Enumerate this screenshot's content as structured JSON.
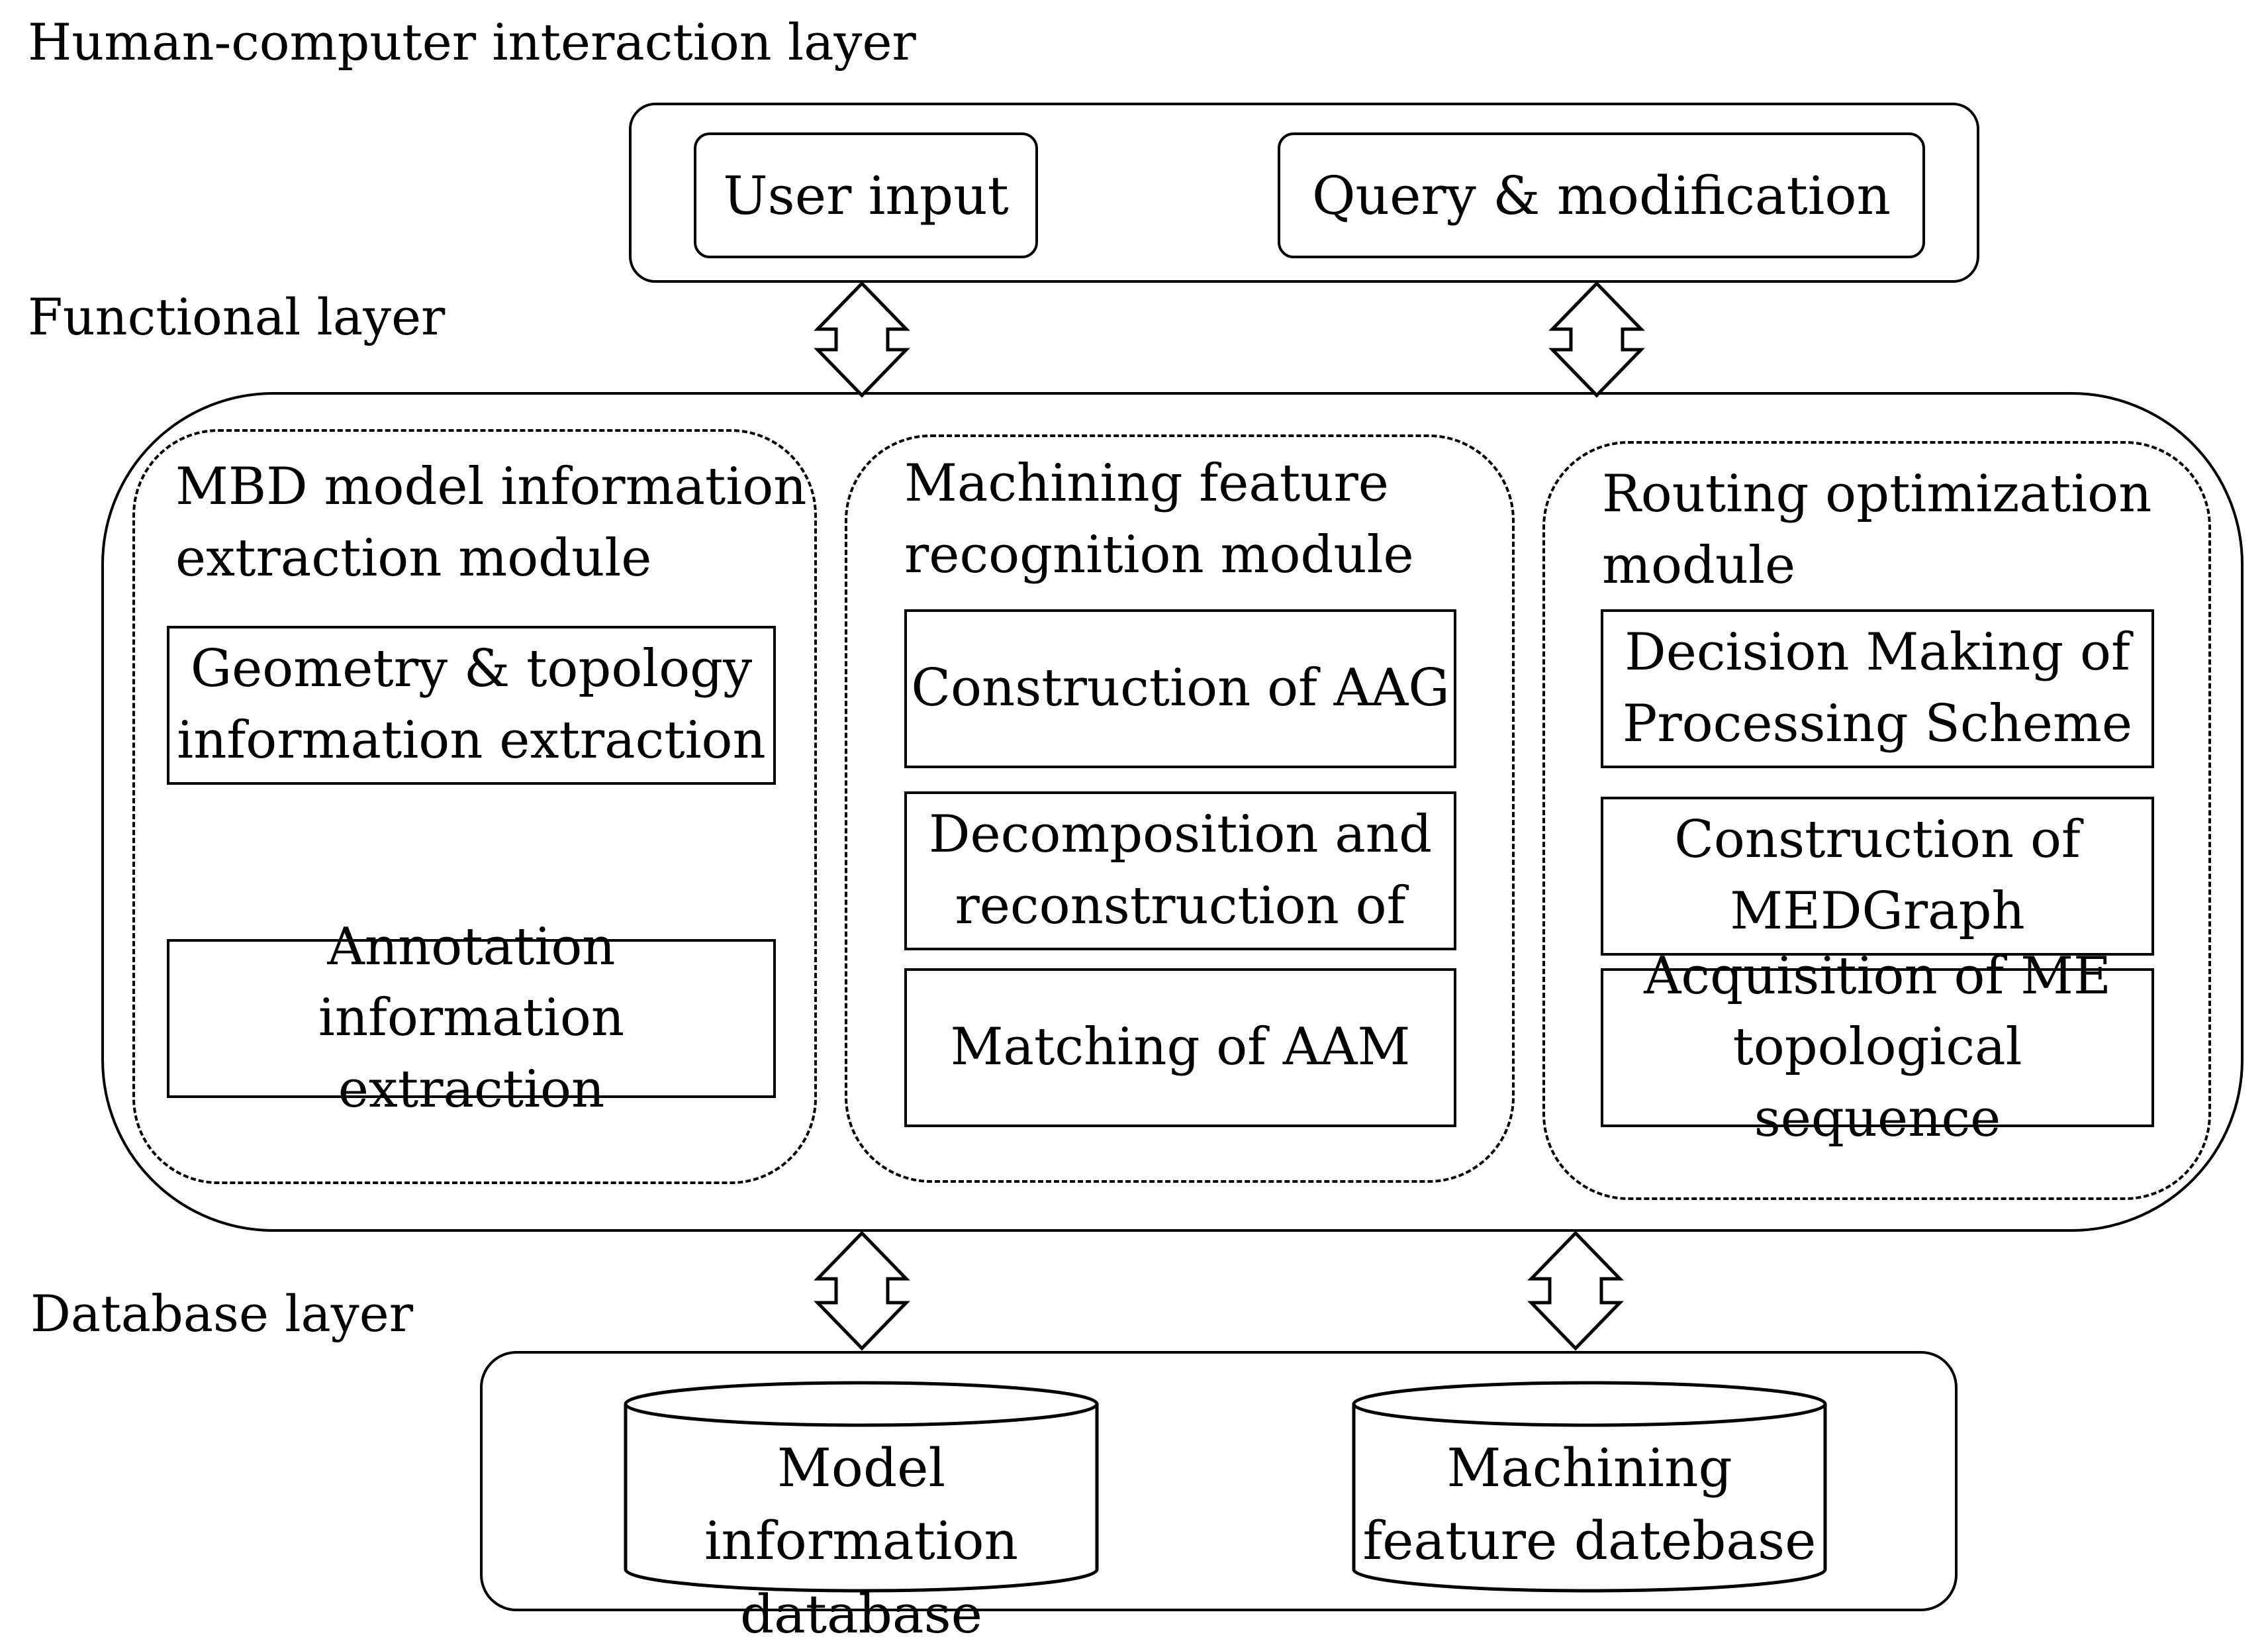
{
  "layers": {
    "hci": "Human-computer interaction layer",
    "functional": "Functional layer",
    "database": "Database layer"
  },
  "hci_boxes": {
    "user_input": "User input",
    "query_modification": "Query & modification"
  },
  "modules": {
    "mbd": {
      "title_line1": "MBD model information",
      "title_line2": "extraction module",
      "items": [
        {
          "line1": "Geometry & topology",
          "line2": "information extraction"
        },
        {
          "line1": "Annotation information",
          "line2": "extraction"
        }
      ]
    },
    "mfr": {
      "title_line1": "Machining feature",
      "title_line2": "recognition module",
      "items": [
        {
          "line1": "Construction of AAG"
        },
        {
          "line1": "Decomposition and",
          "line2": "reconstruction of"
        },
        {
          "line1": "Matching of AAM"
        }
      ]
    },
    "routing": {
      "title_line1": "Routing optimization",
      "title_line2": "module",
      "items": [
        {
          "line1": "Decision Making of",
          "line2": "Processing Scheme"
        },
        {
          "line1": "Construction of",
          "line2": "MEDGraph"
        },
        {
          "line1": "Acquisition of ME",
          "line2": "topological sequence"
        }
      ]
    }
  },
  "databases": {
    "model_info": {
      "line1": "Model information",
      "line2": "database"
    },
    "machining_feature": {
      "line1": "Machining",
      "line2": "feature datebase"
    }
  }
}
